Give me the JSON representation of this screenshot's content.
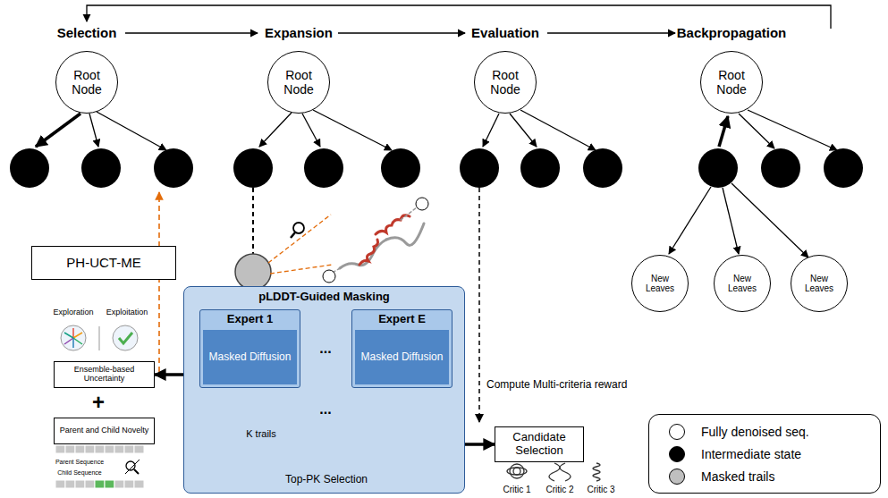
{
  "diagram": {
    "nodes": [
      {
        "text": [
          "Root Node"
        ]
      },
      {
        "text": [
          "Root Node"
        ]
      },
      {
        "text": [
          "Root Node"
        ]
      },
      {
        "text": [
          "Root Node"
        ]
      },
      {
        "text": [
          "New Leaves"
        ]
      },
      {
        "text": [
          "New Leaves"
        ]
      },
      {
        "text": [
          "New Leaves"
        ]
      },
      {
        "text": [
          "PH-UCT-ME"
        ]
      },
      {
        "text": [
          "pLDDT-Guided Masking"
        ]
      },
      {
        "text": [
          "Expert 1",
          "Masked Diffusion"
        ],
        "in": 8
      },
      {
        "text": [
          "Expert E",
          "Masked Diffusion"
        ],
        "in": 8
      },
      {
        "text": [
          "Ensemble-based Uncertainty"
        ]
      },
      {
        "text": [
          "Parent and Child Novelty"
        ]
      },
      {
        "text": [
          "Candidate Selection"
        ]
      }
    ],
    "edges": [
      {
        "from": 8,
        "to": 11,
        "arrow": "to"
      },
      {
        "from": 8,
        "to": 13,
        "arrow": "to"
      }
    ],
    "labels": [
      "Selection",
      "Expansion",
      "Evaluation",
      "Backpropagation",
      "Exploration",
      "Exploitation",
      "+",
      "Parent Sequence",
      "Child Sequence",
      "...",
      "K trails",
      "...",
      "Top-PK Selection",
      "Compute Multi-criteria reward",
      "Critic 1",
      "Critic 2",
      "Critic 3"
    ],
    "legend": [
      {
        "text": "Fully denoised seq.",
        "color": "#ffffff"
      },
      {
        "text": "Intermediate state",
        "color": "#000000"
      },
      {
        "text": "Masked trails",
        "color": "#bfbfbf"
      }
    ]
  }
}
